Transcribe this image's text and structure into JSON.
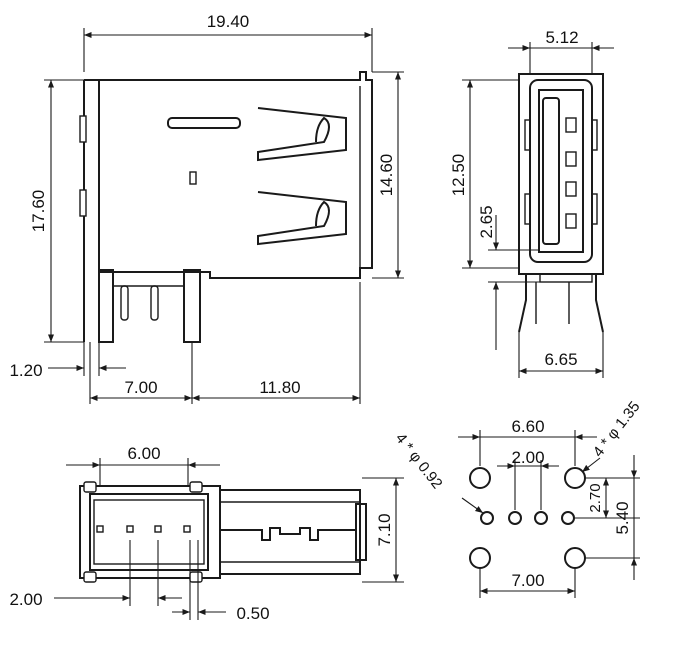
{
  "side_view": {
    "width_total": "19.40",
    "height_total": "17.60",
    "height_body": "14.60",
    "pin_offset": "1.20",
    "pin_span": "7.00",
    "rear_span": "11.80"
  },
  "front_view": {
    "inner_width": "5.12",
    "height": "12.50",
    "lower_offset": "2.65",
    "pin_width": "6.65"
  },
  "top_view": {
    "pin_span": "6.00",
    "depth": "7.10",
    "pin_pitch": "2.00",
    "pin_width": "0.50"
  },
  "footprint": {
    "mount_span": "6.60",
    "pin_pitch": "2.00",
    "row_offset": "2.70",
    "mount_height": "5.40",
    "mount_bottom_span": "7.00",
    "hole_small": "4 * φ 0.92",
    "hole_large": "4 * φ 1.35"
  }
}
